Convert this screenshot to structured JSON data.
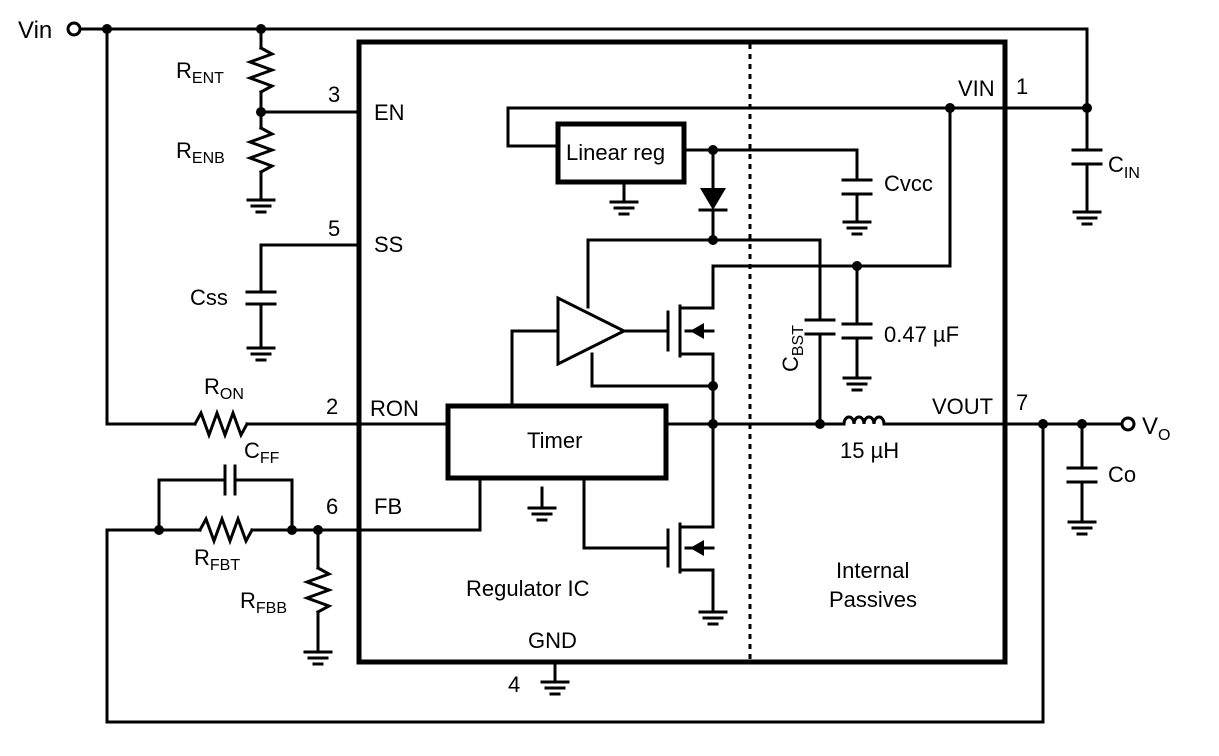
{
  "labels": {
    "vin_terminal": "Vin",
    "vo_main": "V",
    "vo_sub": "O",
    "rent_main": "R",
    "rent_sub": "ENT",
    "renb_main": "R",
    "renb_sub": "ENB",
    "css": "Css",
    "ron_main": "R",
    "ron_sub": "ON",
    "cff_main": "C",
    "cff_sub": "FF",
    "rfbt_main": "R",
    "rfbt_sub": "FBT",
    "rfbb_main": "R",
    "rfbb_sub": "FBB",
    "cin_main": "C",
    "cin_sub": "IN",
    "co": "Co",
    "cvcc": "Cvcc",
    "cbst_main": "C",
    "cbst_sub": "BST",
    "cap_047": "0.47 µF",
    "inductor": "15 µH",
    "linear_reg": "Linear reg",
    "timer": "Timer",
    "regulator_ic": "Regulator IC",
    "internal_line1": "Internal",
    "internal_line2": "Passives"
  },
  "pins": {
    "en": "EN",
    "en_num": "3",
    "ss": "SS",
    "ss_num": "5",
    "ron": "RON",
    "ron_num": "2",
    "fb": "FB",
    "fb_num": "6",
    "vin": "VIN",
    "vin_num": "1",
    "vout": "VOUT",
    "vout_num": "7",
    "gnd": "GND",
    "gnd_num": "4"
  }
}
